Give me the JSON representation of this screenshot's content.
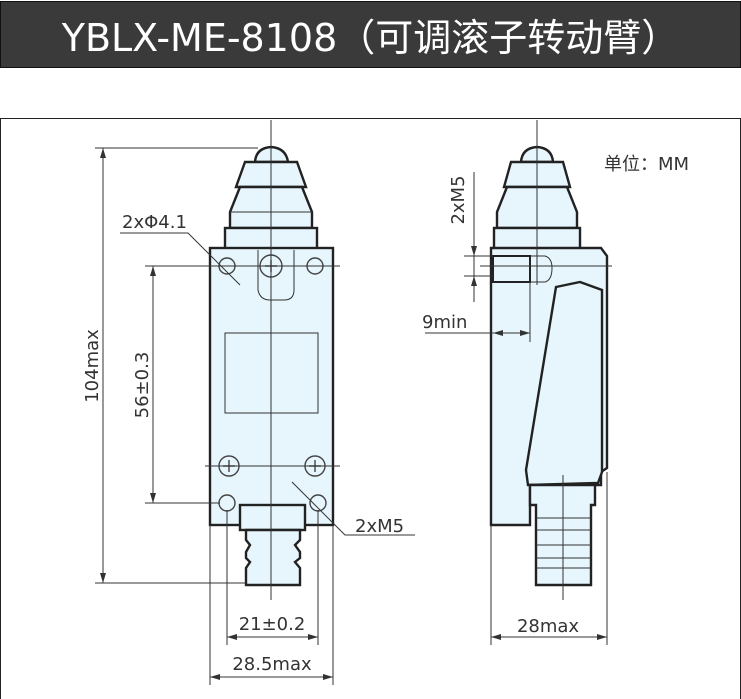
{
  "title": "YBLX-ME-8108（可调滚子转动臂）",
  "unit_label": "单位：MM",
  "front_view": {
    "hole_label": "2xΦ4.1",
    "height_label": "104max",
    "hole_spacing_label": "56±0.3",
    "thread_label": "2xM5",
    "hole_width_label": "21±0.2",
    "width_label": "28.5max"
  },
  "side_view": {
    "thread_label": "2xM5",
    "depth_label": "9min",
    "width_label": "28max"
  },
  "colors": {
    "title_bg": "#3b3a3a",
    "body_fill": "#e6f6fc",
    "line": "#222222"
  }
}
